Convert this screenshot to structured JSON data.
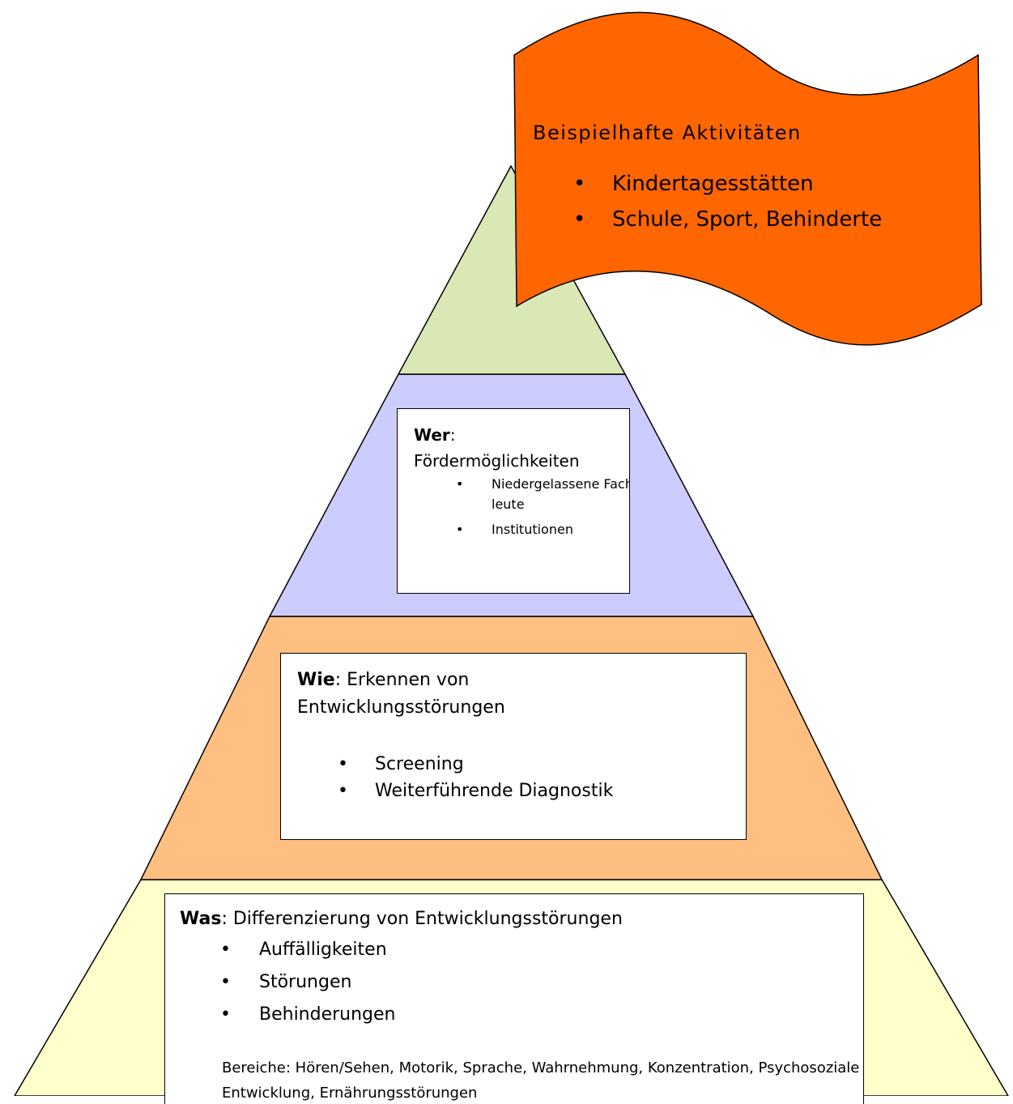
{
  "colors": {
    "tier_top": "#d9e8b5",
    "tier_second": "#ccccff",
    "tier_third": "#ffbf80",
    "tier_base": "#ffffcc",
    "flag": "#ff6600",
    "outline": "#000000"
  },
  "flag": {
    "title": "Beispielhafte Aktivitäten",
    "items": [
      "Kindertagesstätten",
      "Schule, Sport, Behinderte"
    ]
  },
  "wer": {
    "label": "Wer",
    "suffix": ":",
    "subtitle": "Fördermöglichkeiten",
    "items": [
      "Niedergelassene Fachleute",
      "Institutionen"
    ]
  },
  "wie": {
    "label": "Wie",
    "text": ": Erkennen von Entwicklungsstörungen",
    "items": [
      "Screening",
      "Weiterführende Diagnostik"
    ]
  },
  "was": {
    "label": "Was",
    "text": ": Differenzierung von Entwicklungsstörungen",
    "items": [
      "Auffälligkeiten",
      "Störungen",
      "Behinderungen"
    ],
    "areas": "Bereiche: Hören/Sehen, Motorik, Sprache, Wahrnehmung, Konzentration, Psychosoziale Entwicklung, Ernährungsstörungen"
  }
}
